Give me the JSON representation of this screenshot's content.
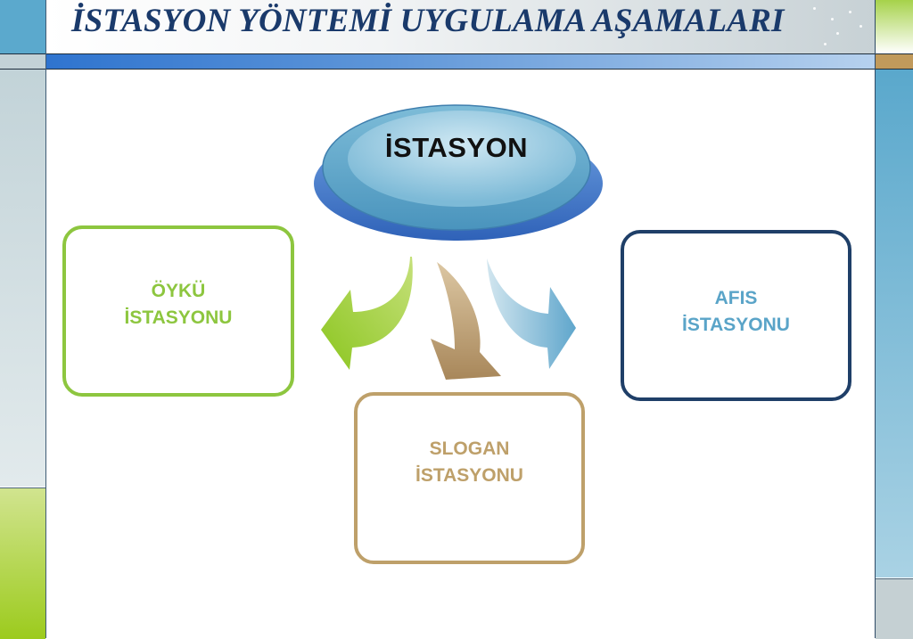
{
  "title": "İSTASYON YÖNTEMİ UYGULAMA AŞAMALARI",
  "hub": {
    "label": "İSTASYON",
    "color": "#6fb3d6"
  },
  "stations": [
    {
      "id": "oyku",
      "line1": "ÖYKÜ",
      "line2": "İSTASYONU",
      "border": "#8dc63f",
      "text": "#8dc63f"
    },
    {
      "id": "afis",
      "line1": "AFIS",
      "line2": "İSTASYONU",
      "border": "#1f3f68",
      "text": "#5aa4c8"
    },
    {
      "id": "slogan",
      "line1": "SLOGAN",
      "line2": "İSTASYONU",
      "border": "#bea06a",
      "text": "#bea06a"
    }
  ],
  "arrows": [
    {
      "to": "oyku",
      "direction": "down-left",
      "color": "#8dc63f"
    },
    {
      "to": "slogan",
      "direction": "down",
      "color": "#c2a67a"
    },
    {
      "to": "afis",
      "direction": "down-right",
      "color": "#6bb0d2"
    }
  ],
  "theme": {
    "accent_blue": "#2f74cf",
    "accent_green": "#9ccb1d",
    "accent_gold": "#c19a5b",
    "title_color": "#1a3a6b"
  }
}
